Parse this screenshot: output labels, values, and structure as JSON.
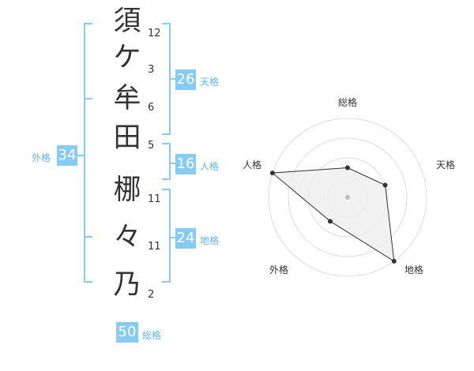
{
  "name_chars": [
    {
      "char": "須",
      "strokes": "12"
    },
    {
      "char": "ケ",
      "strokes": "3"
    },
    {
      "char": "牟",
      "strokes": "6"
    },
    {
      "char": "田",
      "strokes": "5"
    },
    {
      "char": "梛",
      "strokes": "11"
    },
    {
      "char": "々",
      "strokes": "11"
    },
    {
      "char": "乃",
      "strokes": "2"
    }
  ],
  "fortunes": {
    "tenkaku": {
      "value": "26",
      "label": "天格"
    },
    "jinkaku": {
      "value": "16",
      "label": "人格"
    },
    "chikaku": {
      "value": "24",
      "label": "地格"
    },
    "gaikaku": {
      "value": "34",
      "label": "外格"
    },
    "soukaku": {
      "value": "50",
      "label": "総格"
    }
  },
  "radar": {
    "axes": [
      "総格",
      "天格",
      "地格",
      "外格",
      "人格"
    ],
    "levels": 4,
    "values": [
      1.5,
      2,
      4,
      1.5,
      4
    ],
    "max": 4,
    "colors": {
      "line": "#333333",
      "fill": "#eeeeee",
      "grid": "#dddddd",
      "center": "#bbbbbb"
    }
  },
  "colors": {
    "accent": "#86cbf4",
    "bracket": "#86cbf4"
  }
}
